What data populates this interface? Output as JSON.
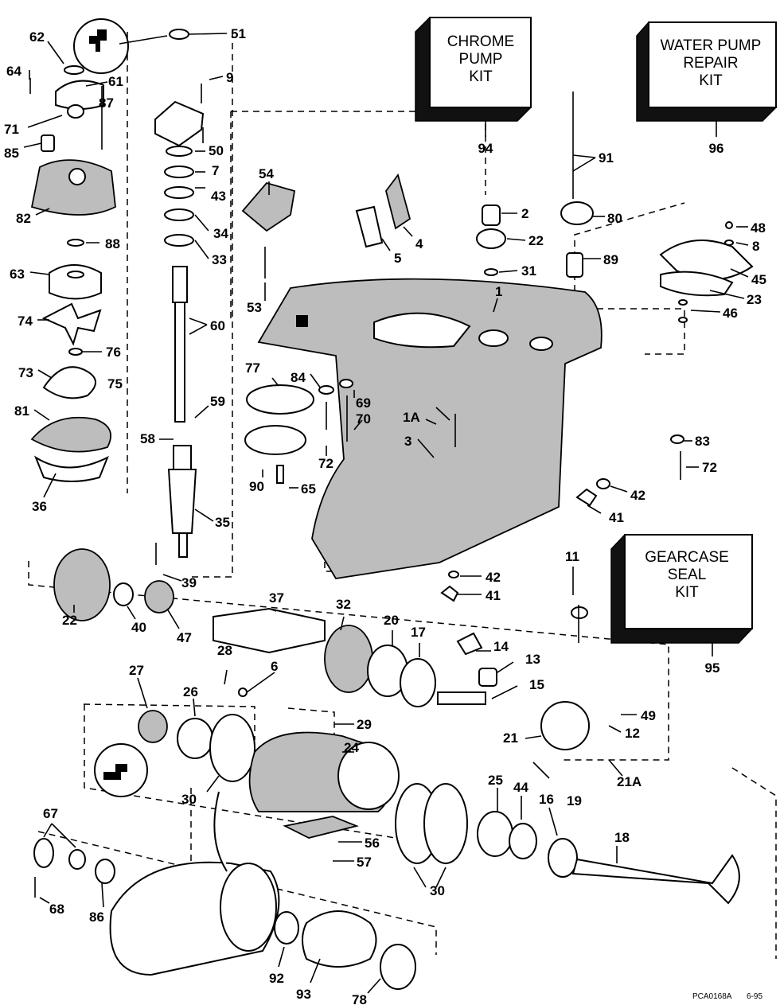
{
  "kits": {
    "chrome_pump": {
      "line1": "CHROME",
      "line2": "PUMP",
      "line3": "KIT",
      "ref": "94"
    },
    "water_pump": {
      "line1": "WATER PUMP",
      "line2": "REPAIR",
      "line3": "KIT",
      "ref": "96"
    },
    "gearcase_seal": {
      "line1": "GEARCASE",
      "line2": "SEAL",
      "line3": "KIT",
      "ref": "95"
    }
  },
  "labels": {
    "l1": "1",
    "l1a": "1A",
    "l2": "2",
    "l3": "3",
    "l4": "4",
    "l5": "5",
    "l6": "6",
    "l7": "7",
    "l8": "8",
    "l9": "9",
    "l11": "11",
    "l12": "12",
    "l13": "13",
    "l14": "14",
    "l15": "15",
    "l16": "16",
    "l17": "17",
    "l18": "18",
    "l19": "19",
    "l20": "20",
    "l21": "21",
    "l21a": "21A",
    "l22a": "22",
    "l22b": "22",
    "l23": "23",
    "l24": "24",
    "l25": "25",
    "l26": "26",
    "l27": "27",
    "l28": "28",
    "l29": "29",
    "l30a": "30",
    "l30b": "30",
    "l31": "31",
    "l32": "32",
    "l33": "33",
    "l34": "34",
    "l35": "35",
    "l36": "36",
    "l37": "37",
    "l39": "39",
    "l40": "40",
    "l41a": "41",
    "l41b": "41",
    "l42a": "42",
    "l42b": "42",
    "l43": "43",
    "l44": "44",
    "l45": "45",
    "l46": "46",
    "l47": "47",
    "l48": "48",
    "l49": "49",
    "l50": "50",
    "l51": "51",
    "l53": "53",
    "l54": "54",
    "l56": "56",
    "l57": "57",
    "l58": "58",
    "l59": "59",
    "l60": "60",
    "l61": "61",
    "l62": "62",
    "l63": "63",
    "l64": "64",
    "l65": "65",
    "l67": "67",
    "l68": "68",
    "l69": "69",
    "l70": "70",
    "l71": "71",
    "l72a": "72",
    "l72b": "72",
    "l73": "73",
    "l74": "74",
    "l75": "75",
    "l76": "76",
    "l77": "77",
    "l78": "78",
    "l80": "80",
    "l81": "81",
    "l82": "82",
    "l83": "83",
    "l84": "84",
    "l85": "85",
    "l86": "86",
    "l87": "87",
    "l88": "88",
    "l89": "89",
    "l90": "90",
    "l91": "91",
    "l92": "92",
    "l93": "93"
  },
  "code": "PCA0168A",
  "date": "6-95"
}
